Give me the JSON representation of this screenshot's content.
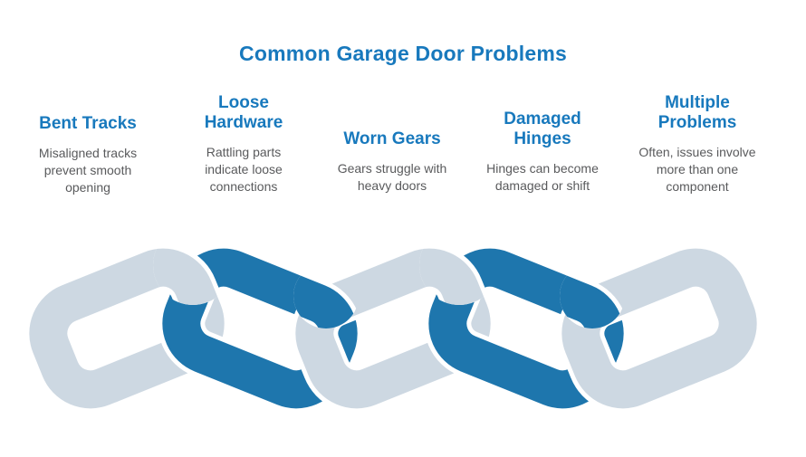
{
  "title": {
    "text": "Common Garage Door Problems"
  },
  "problems": [
    {
      "heading": "Bent Tracks",
      "description": "Misaligned tracks prevent smooth opening"
    },
    {
      "heading": "Loose Hardware",
      "description": "Rattling parts indicate loose connections"
    },
    {
      "heading": "Worn Gears",
      "description": "Gears struggle with heavy doors"
    },
    {
      "heading": "Damaged Hinges",
      "description": "Hinges can become damaged or shift"
    },
    {
      "heading": "Multiple Problems",
      "description": "Often, issues involve more than one component"
    }
  ],
  "colors": {
    "accent_text": "#1879bd",
    "body_text": "#595a5c",
    "chain_blue": "#1e76ad",
    "chain_light": "#cdd8e2",
    "chain_outline": "#ffffff"
  }
}
